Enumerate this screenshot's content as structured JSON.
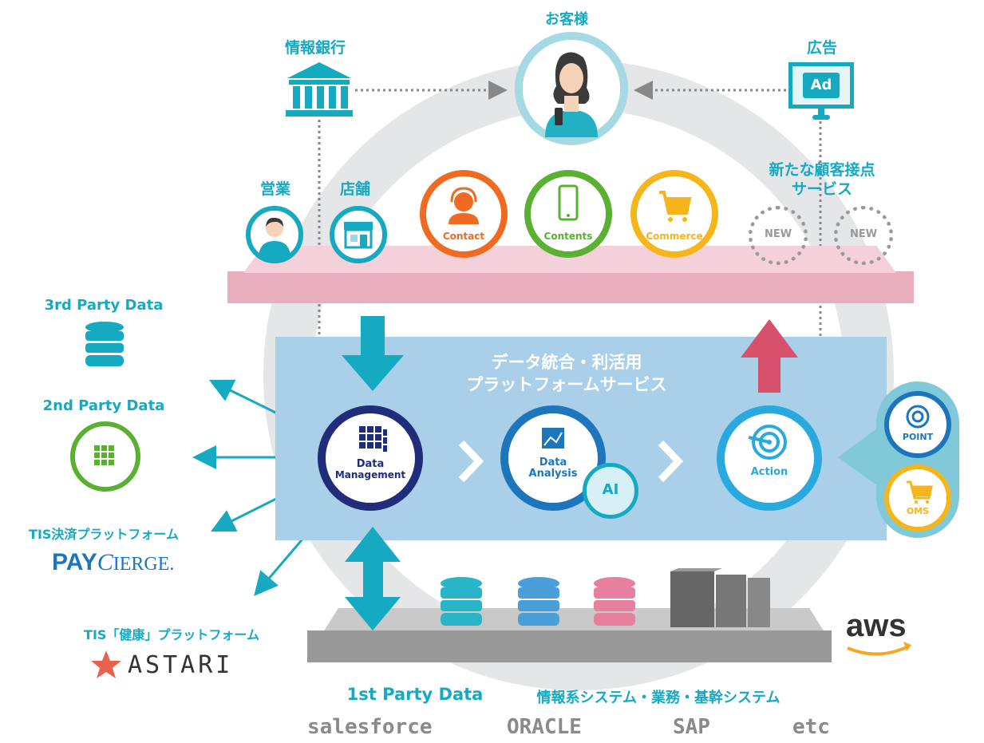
{
  "top": {
    "customer": "お客様",
    "info_bank": "情報銀行",
    "ad": "広告",
    "ad_icon_text": "Ad"
  },
  "channels": {
    "sales": "営業",
    "store": "店舗",
    "contact": "Contact",
    "contents": "Contents",
    "commerce": "Commerce",
    "new_touchpoint_line1": "新たな顧客接点",
    "new_touchpoint_line2": "サービス",
    "new1": "NEW",
    "new2": "NEW"
  },
  "platform": {
    "title_line1": "データ統合・利活用",
    "title_line2": "プラットフォームサービス",
    "dm_line1": "Data",
    "dm_line2": "Management",
    "da_line1": "Data",
    "da_line2": "Analysis",
    "ai": "AI",
    "action": "Action",
    "point": "POINT",
    "oms": "OMS"
  },
  "left": {
    "third_party": "3rd Party Data",
    "second_party": "2nd Party Data",
    "payment": "TIS決済プラットフォーム",
    "paycierge_a": "PAY",
    "paycierge_b": "C",
    "paycierge_c": "IERGE.",
    "health": "TIS「健康」プラットフォーム",
    "astari": "ASTARI"
  },
  "bottom": {
    "first_party": "1st Party Data",
    "systems": "情報系システム・業務・基幹システム",
    "aws": "aws",
    "vendors": [
      "salesforce",
      "ORACLE",
      "SAP",
      "etc"
    ]
  },
  "colors": {
    "teal": "#15a9c2",
    "navy": "#1f2d7a",
    "blue": "#1d76bc",
    "orange": "#f06b22",
    "green": "#5ab031",
    "yellow": "#f5b51b",
    "pink_band": "#edb4c4",
    "platform_bg": "#a7cfe7",
    "gray_shelf": "#9a9a9a",
    "red_arrow": "#d7506c"
  }
}
